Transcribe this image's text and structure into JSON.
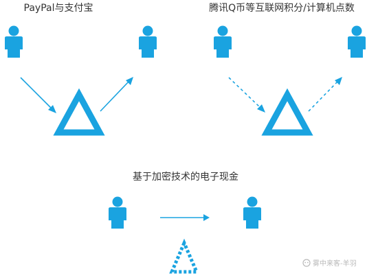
{
  "colors": {
    "accent": "#1aa3e0",
    "text": "#333333",
    "watermark": "#b9b9b9"
  },
  "panels": [
    {
      "title": "PayPal与支付宝",
      "left_icon": "person-icon",
      "right_icon": "person-icon",
      "center_icon": "solid-triangle-icon",
      "arrow_style": "solid"
    },
    {
      "title": "腾讯Q币等互联网积分/计算机点数",
      "left_icon": "person-icon",
      "right_icon": "person-icon",
      "center_icon": "solid-triangle-icon",
      "arrow_style": "dashed"
    },
    {
      "title": "基于加密技术的电子现金",
      "left_icon": "person-icon",
      "right_icon": "person-icon",
      "center_icon": "dotted-triangle-icon",
      "arrow_style": "solid-direct"
    }
  ],
  "watermark": {
    "text": "雾中来客-羊羽",
    "icon": "chat-bubble-icon"
  }
}
